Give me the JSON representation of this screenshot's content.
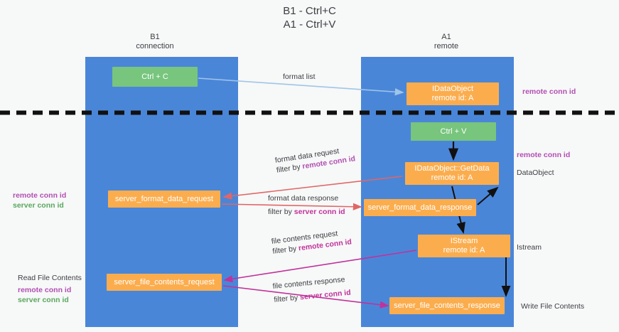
{
  "title": "B1 - Ctrl+C\nA1 - Ctrl+V",
  "columns": {
    "left": "B1\nconnection",
    "right": "A1\nremote"
  },
  "colors": {
    "lane": "#4a86d8",
    "green_box": "#78c57e",
    "orange_box": "#fbad4e",
    "remote_conn_id": "#b24fb2",
    "server_conn_id_left": "#5aa85f",
    "server_conn_id_mid": "#c0329b",
    "arrow_format_list": "#9fc5e8",
    "arrow_format_data": "#e06666",
    "arrow_file_contents": "#c0329b",
    "arrow_black": "#000000",
    "background": "#f7f8f8",
    "text": "#3c4043"
  },
  "boxes": {
    "ctrl_c": "Ctrl + C",
    "ctrl_v": "Ctrl + V",
    "idataobject": "IDataObject",
    "idataobject_id": "remote id: A",
    "getdata": "IDataObject::GetData",
    "getdata_id": "remote id: A",
    "istream": "IStream",
    "istream_id": "remote id: A",
    "server_format_data_request": "server_format_data_request",
    "server_format_data_response": "server_format_data_response",
    "server_file_contents_request": "server_file_contents_request",
    "server_file_contents_response": "server_file_contents_response"
  },
  "edge_labels": {
    "format_list": "format list",
    "format_data_request": "format data request",
    "format_data_request_filter_prefix": "filter by ",
    "format_data_request_filter_key": "remote conn id",
    "format_data_response": "format data response",
    "format_data_response_filter_prefix": "filter by ",
    "format_data_response_filter_key": "server conn id",
    "file_contents_request": "file contents request",
    "file_contents_request_filter_prefix": "filter by ",
    "file_contents_request_filter_key": "remote conn id",
    "file_contents_response": "file contents response",
    "file_contents_response_filter_prefix": "filter by ",
    "file_contents_response_filter_key": "server conn id"
  },
  "annotations": {
    "remote_conn_id_top": "remote conn id",
    "remote_conn_id_mid": "remote conn id",
    "dataobject": "DataObject",
    "istream": "Istream",
    "write_file_contents": "Write File Contents",
    "read_file_contents": "Read File Contents",
    "left_remote_conn_id_1": "remote conn id",
    "left_server_conn_id_1": "server conn id",
    "left_remote_conn_id_2": "remote conn id",
    "left_server_conn_id_2": "server conn id"
  }
}
